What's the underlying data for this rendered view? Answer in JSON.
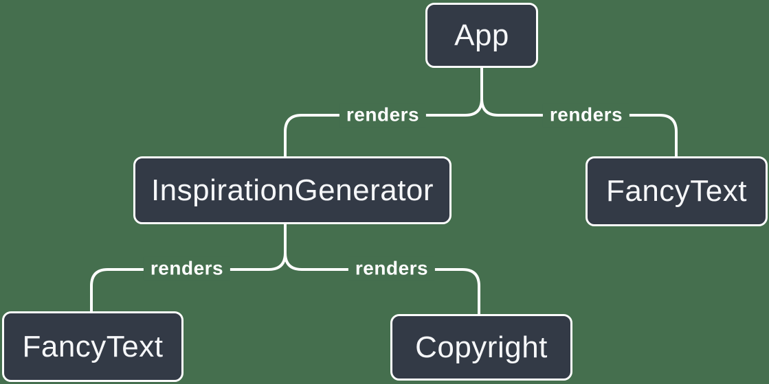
{
  "diagram": {
    "type": "component-render-tree",
    "background_color": "#456F4E",
    "node_fill_color": "#333A46",
    "node_border_color": "#FFFFFF",
    "line_color": "#FFFFFF",
    "text_color": "#F6F7F9"
  },
  "nodes": [
    {
      "id": "app",
      "label": "App"
    },
    {
      "id": "inspiration-generator",
      "label": "InspirationGenerator"
    },
    {
      "id": "fancy-text-right",
      "label": "FancyText"
    },
    {
      "id": "fancy-text-left",
      "label": "FancyText"
    },
    {
      "id": "copyright",
      "label": "Copyright"
    }
  ],
  "edges": [
    {
      "from": "App",
      "to": "InspirationGenerator",
      "label": "renders"
    },
    {
      "from": "App",
      "to": "FancyText",
      "label": "renders"
    },
    {
      "from": "InspirationGenerator",
      "to": "FancyText",
      "label": "renders"
    },
    {
      "from": "InspirationGenerator",
      "to": "Copyright",
      "label": "renders"
    }
  ]
}
